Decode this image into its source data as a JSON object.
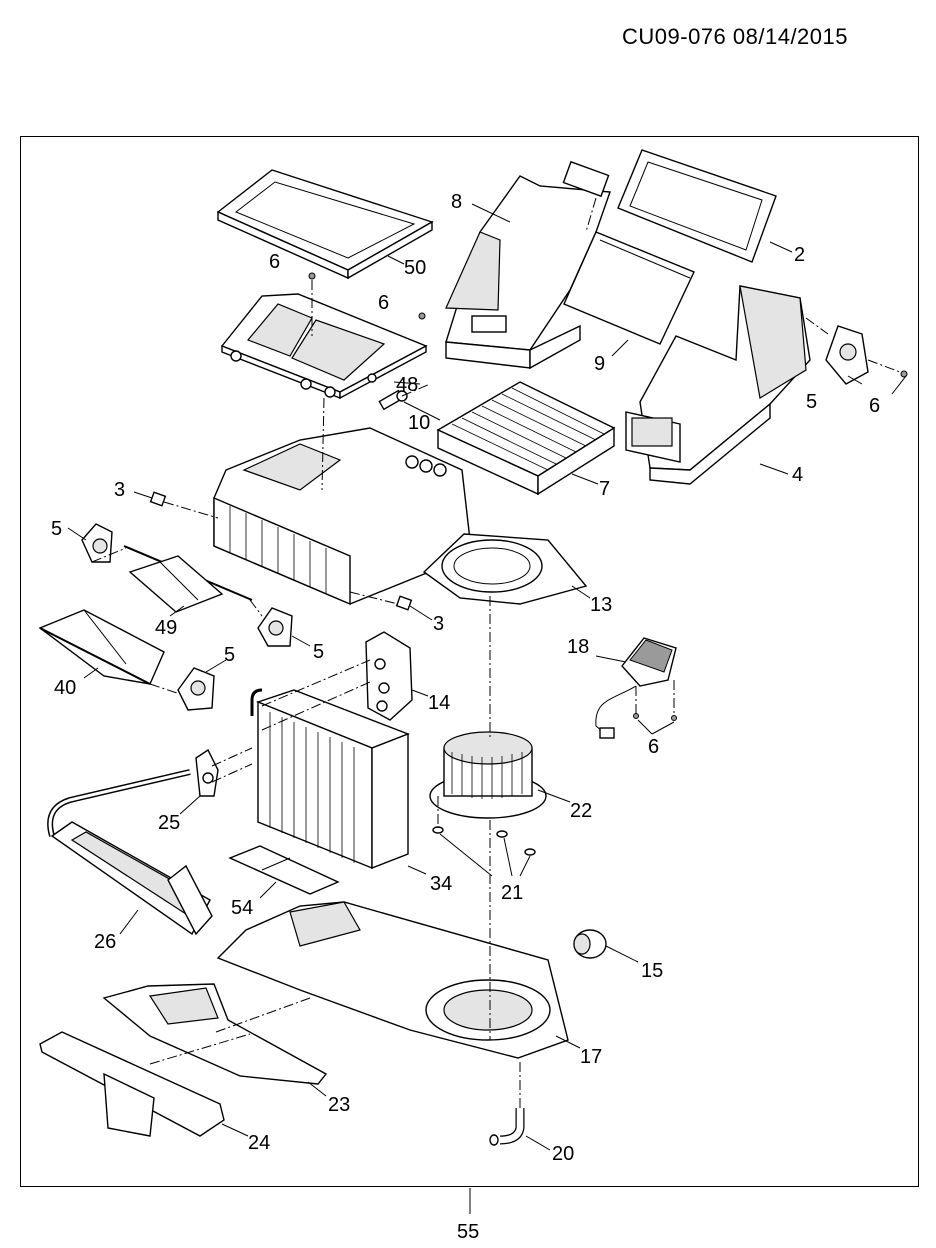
{
  "header": {
    "doc_code": "CU09-076  08/14/2015"
  },
  "assembly": {
    "label": "55"
  },
  "callouts": {
    "c2": "2",
    "c3a": "3",
    "c3b": "3",
    "c4": "4",
    "c5a": "5",
    "c5b": "5",
    "c5c": "5",
    "c5d": "5",
    "c6a": "6",
    "c6b": "6",
    "c6c": "6",
    "c6d": "6",
    "c7": "7",
    "c8": "8",
    "c9": "9",
    "c10": "10",
    "c13": "13",
    "c14": "14",
    "c15": "15",
    "c17": "17",
    "c18": "18",
    "c20": "20",
    "c21": "21",
    "c22": "22",
    "c23": "23",
    "c24": "24",
    "c25": "25",
    "c26": "26",
    "c34": "34",
    "c40": "40",
    "c48": "48",
    "c49": "49",
    "c50": "50",
    "c54": "54"
  }
}
